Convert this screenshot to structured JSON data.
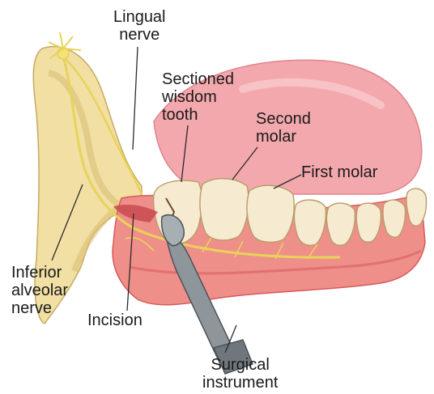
{
  "labels": {
    "lingual_nerve": [
      "Lingual",
      "nerve"
    ],
    "sectioned_wisdom_tooth": [
      "Sectioned",
      "wisdom",
      "tooth"
    ],
    "second_molar": [
      "Second",
      "molar"
    ],
    "first_molar": [
      "First molar"
    ],
    "inferior_alveolar_nerve": [
      "Inferior",
      "alveolar",
      "nerve"
    ],
    "incision": [
      "Incision"
    ],
    "surgical_instrument": [
      "Surgical",
      "instrument"
    ]
  },
  "colors": {
    "gum": "#ee8f8a",
    "gum_dark": "#d9595a",
    "tongue": "#f3a8ad",
    "bone": "#f1dfa4",
    "bone_shadow": "#d9bf74",
    "tooth": "#f6ead1",
    "tooth_shadow": "#c9b48a",
    "nerve": "#e8d35a",
    "instrument": "#8e969c",
    "instrument_dark": "#4c5358",
    "leader": "#2b2b2b"
  }
}
